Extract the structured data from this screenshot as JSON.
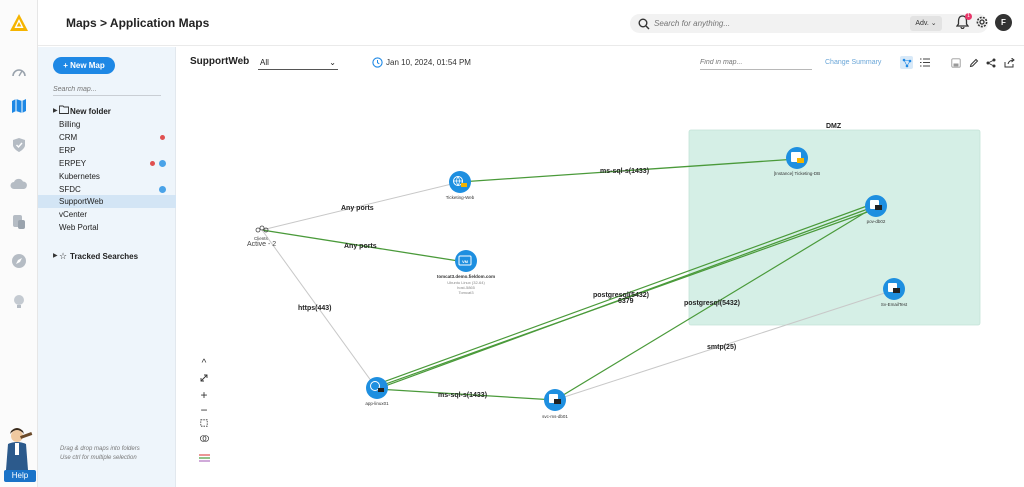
{
  "header": {
    "breadcrumb": "Maps > Application Maps",
    "search_placeholder": "Search for anything...",
    "adv_label": "Adv.",
    "notification_count": "1",
    "avatar_initial": "F"
  },
  "rail": {
    "items": [
      "dashboard-gauge-icon",
      "maps-icon",
      "shield-icon",
      "cloud-icon",
      "devices-icon",
      "compass-icon",
      "bulb-icon"
    ],
    "help_label": "Help"
  },
  "panel": {
    "new_map_label": "+ New Map",
    "search_placeholder": "Search map...",
    "folder_label": "New folder",
    "maps": [
      "Billing",
      "CRM",
      "ERP",
      "ERPEY",
      "Kubernetes",
      "SFDC",
      "SupportWeb",
      "vCenter",
      "Web Portal"
    ],
    "tracked_label": "Tracked Searches",
    "drag_hint_line1": "Drag & drop maps into folders",
    "drag_hint_line2": "Use ctrl for multiple selection"
  },
  "map_toolbar": {
    "title": "SupportWeb",
    "filter_value": "All",
    "timestamp": "Jan 10, 2024, 01:54 PM",
    "find_placeholder": "Find in map...",
    "change_summary": "Change Summary"
  },
  "map": {
    "zone_label": "DMZ",
    "nodes": {
      "clients": "Clients",
      "clients_count": "Active - 2",
      "ticketing": "Ticketing-Web",
      "tomcat": "tomcat3.demo.fieldom.com",
      "tomcat_sub1": "Ubuntu Linux (32-64)",
      "tomcat_sub2": "host-5865",
      "tomcat_sub3": "Tomcat3",
      "ticketing_db": "[Instance] Ticketing-DB",
      "pov_db02": "pov-db02",
      "emailtest": "Sv-EmailTest",
      "app_linux": "app-linux01",
      "svc_ms_db": "svc-ms-db01"
    },
    "edges": {
      "any_ports_1": "Any ports",
      "any_ports_2": "Any ports",
      "ms_sql_top": "ms-sql-s(1433)",
      "https": "https(443)",
      "postgresql_1": "postgresql(5432)",
      "port_6379": "6379",
      "postgresql_2": "postgresql(5432)",
      "smtp": "smtp(25)",
      "ms_sql_bottom": "ms-sql-s(1433)"
    },
    "colors": {
      "edge_green": "#4a9a3a",
      "edge_gray": "#c8c8c8",
      "node_blue": "#1e8fe0",
      "zone_fill": "#d5efe6"
    }
  },
  "zoom": {
    "collapse": "^",
    "zoom_in": "+",
    "zoom_out": "−"
  }
}
